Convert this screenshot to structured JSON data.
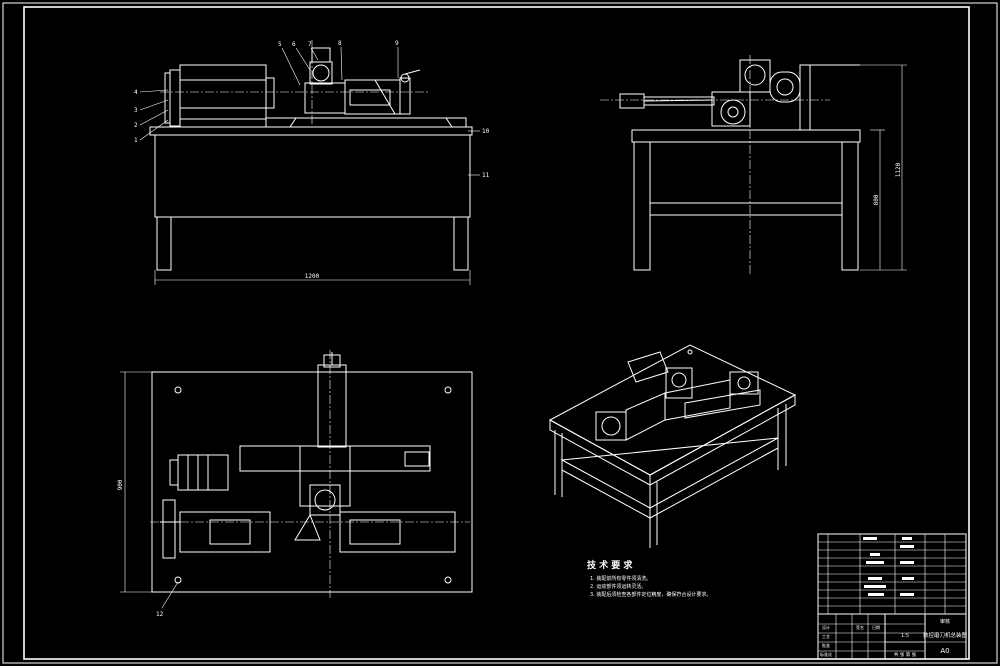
{
  "front_view": {
    "callouts": [
      "1",
      "2",
      "3",
      "4",
      "5",
      "6",
      "7",
      "8",
      "9",
      "10",
      "11"
    ],
    "overall_dim": "1200"
  },
  "side_view": {
    "dim_table_height": "800",
    "dim_overall_height": "1120"
  },
  "top_view": {
    "dim_depth": "900",
    "callouts": [
      "12"
    ]
  },
  "notes": {
    "heading": "技 术 要 求",
    "items": [
      "1. 装配前所有零件须清洗。",
      "2. 运动部件须运转灵活。",
      "3. 装配后须检查各部件定位精度，确保符合设计要求。"
    ]
  },
  "title_block": {
    "drawing_title": "数控磨刀机总装图",
    "scale": "1:5",
    "sheet_code": "A0",
    "sheet_label": "共 张 第 张",
    "approval": "审核",
    "designer": "设计",
    "process": "工艺",
    "approve": "批准",
    "standard": "标准化",
    "date": "日期",
    "sign": "签名"
  }
}
